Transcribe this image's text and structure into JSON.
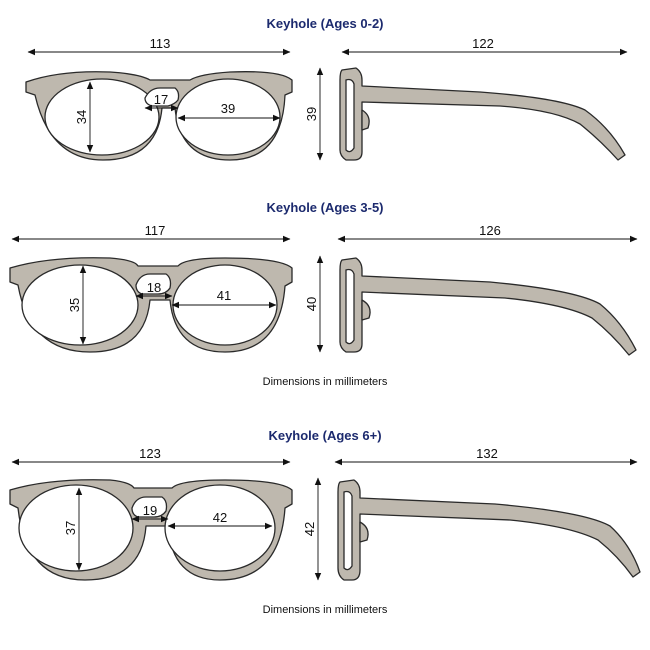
{
  "sections": [
    {
      "title": "Keyhole (Ages 0-2)",
      "front_width": "113",
      "temple_length": "122",
      "lens_height": "34",
      "bridge_width": "17",
      "lens_width": "39",
      "frame_height": "39",
      "note": ""
    },
    {
      "title": "Keyhole (Ages 3-5)",
      "front_width": "117",
      "temple_length": "126",
      "lens_height": "35",
      "bridge_width": "18",
      "lens_width": "41",
      "frame_height": "40",
      "note": "Dimensions in millimeters"
    },
    {
      "title": "Keyhole (Ages 6+)",
      "front_width": "123",
      "temple_length": "132",
      "lens_height": "37",
      "bridge_width": "19",
      "lens_width": "42",
      "frame_height": "42",
      "note": "Dimensions in millimeters"
    }
  ],
  "colors": {
    "frame_fill": "#beb8ae",
    "outline": "#2a2a2a",
    "title": "#1c2a6e"
  }
}
